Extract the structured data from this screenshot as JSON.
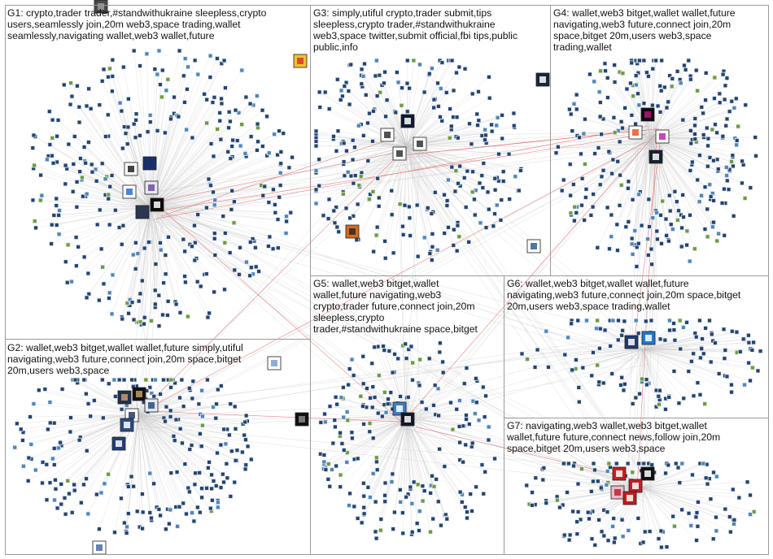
{
  "graph": {
    "colors": {
      "background": "#ffffff",
      "edge": "#c9c9c9",
      "cross_edge": "#e05a5a",
      "box_border": "#9a9a9a",
      "node_fill": "#24446e",
      "node_border": "#e8eef6"
    },
    "groups": [
      {
        "id": "G1",
        "label": "G1: crypto,trader  trader,#standwithukraine  sleepless,crypto\nusers,seamlessly  join,20m  web3,space  trading,wallet\nseamlessly,navigating  wallet,web3  wallet,future"
      },
      {
        "id": "G2",
        "label": "G2: wallet,web3  bitget,wallet  wallet,future  simply,utiful\nnavigating,web3  future,connect  join,20m  space,bitget\n20m,users  web3,space"
      },
      {
        "id": "G3",
        "label": "G3: simply,utiful  crypto,trader  submit,tips\nsleepless,crypto  trader,#standwithukraine\nweb3,space  twitter,submit  official,fbi  tips,public\npublic,info"
      },
      {
        "id": "G4",
        "label": "G4: wallet,web3  bitget,wallet  wallet,future\nnavigating,web3  future,connect  join,20m\nspace,bitget  20m,users  web3,space\ntrading,wallet"
      },
      {
        "id": "G5",
        "label": "G5: wallet,web3  bitget,wallet\nwallet,future  navigating,web3\ncrypto,trader  future,connect  join,20m\nsleepless,crypto\ntrader,#standwithukraine  space,bitget"
      },
      {
        "id": "G6",
        "label": "G6: wallet,web3  bitget,wallet  wallet,future\nnavigating,web3  future,connect  join,20m  space,bitget\n20m,users  web3,space  trading,wallet"
      },
      {
        "id": "G7",
        "label": "G7: navigating,web3  wallet,web3  bitget,wallet\nwallet,future  future,connect  news,follow  join,20m\nspace,bitget  20m,users  web3,space"
      }
    ]
  }
}
